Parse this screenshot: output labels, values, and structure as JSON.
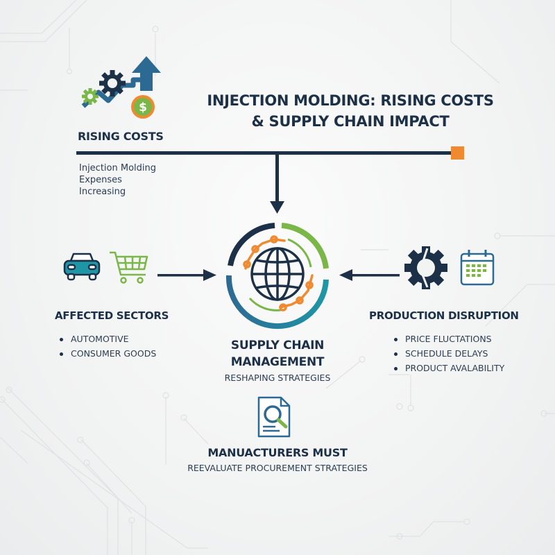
{
  "header": {
    "title_line1": "INJECTION MOLDING: RISING COSTS",
    "title_line2": "& SUPPLY CHAIN IMPACT"
  },
  "rising_costs": {
    "title": "RISING COSTS",
    "description": [
      "Injection Molding",
      "Expenses",
      "Increasing"
    ],
    "icons": [
      "gear-icon",
      "trend-arrow-up-icon",
      "dollar-coin-icon"
    ]
  },
  "center": {
    "title_line1": "SUPPLY CHAIN",
    "title_line2": "MANAGEMENT",
    "subtitle": "RESHAPING STRATEGIES",
    "icon": "globe-supply-chain-icon"
  },
  "affected_sectors": {
    "title": "AFFECTED SECTORS",
    "items": [
      "AUTOMOTIVE",
      "CONSUMER GOODS"
    ],
    "icons": [
      "car-icon",
      "shopping-cart-icon"
    ]
  },
  "production_disruption": {
    "title": "PRODUCTION DISRUPTION",
    "items": [
      "PRICE FLUCTATIONS",
      "SCHEDULE DELAYS",
      "PRODUCT AVALABILITY"
    ],
    "icons": [
      "broken-gear-icon",
      "calendar-icon"
    ]
  },
  "conclusion": {
    "title": "MANUACTURERS MUST",
    "subtitle": "REEVALUATE PROCUREMENT STRATEGIES",
    "icon": "document-search-icon"
  },
  "colors": {
    "navy": "#1c3047",
    "blue": "#2d6a93",
    "teal": "#1f96a6",
    "green": "#7ab648",
    "orange": "#f08a31",
    "background": "#f2f3f3"
  }
}
